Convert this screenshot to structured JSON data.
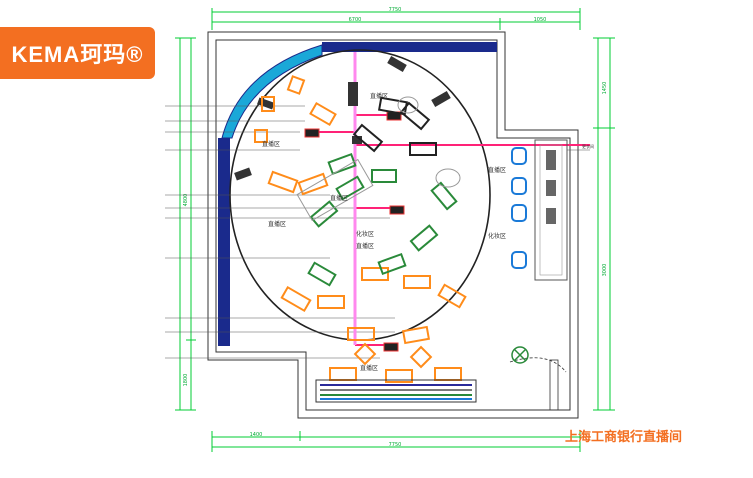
{
  "brand": {
    "logo_text": "KEMA珂玛®"
  },
  "caption": "上海工商银行直播间",
  "zones": {
    "z1": "直播区",
    "z2": "直播区",
    "z3": "直播区",
    "z4": "化妆区",
    "z5": "化妆区",
    "z6": "直播区",
    "z7": "直播区",
    "z8": "直播区",
    "z9": "直播区"
  },
  "dims": {
    "top_total": "7750",
    "top_left": "6700",
    "top_right": "1050",
    "bottom_left": "1400",
    "bottom_total": "7750",
    "left_total": "4800",
    "left_bottom": "1800",
    "right_top": "1450",
    "right_bottom": "3000"
  },
  "counter_note": "更衣间"
}
